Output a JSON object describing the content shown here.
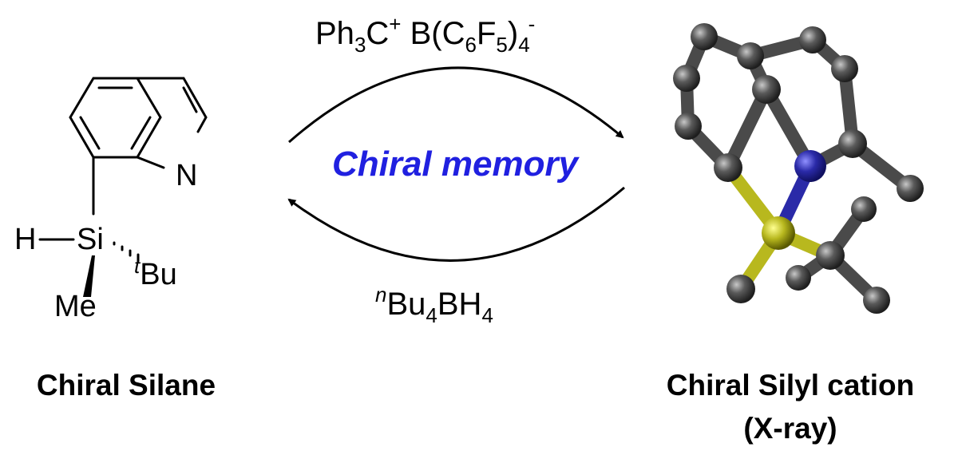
{
  "reagents": {
    "top": {
      "ph": "Ph",
      "ph_sub": "3",
      "c": "C",
      "c_sup": "+",
      "b": " B(C",
      "c6_sub": "6",
      "f": "F",
      "f5_sub": "5",
      "close": ")",
      "close_sub": "4",
      "close_sup": "-"
    },
    "bottom": {
      "n_sup": "n",
      "bu": "Bu",
      "bu_sub": "4",
      "bh": "BH",
      "bh_sub": "4"
    }
  },
  "center_label": {
    "text": "Chiral memory",
    "color": "#2020e0"
  },
  "silane": {
    "atoms": {
      "n": "N",
      "si": "Si",
      "h": "H",
      "t_sup": "t",
      "bu": "Bu",
      "me": "Me"
    }
  },
  "captions": {
    "left": "Chiral Silane",
    "right_line1": "Chiral Silyl cation",
    "right_line2": "(X-ray)"
  },
  "colors": {
    "carbon": "#4a4a4a",
    "silicon": "#b8b81e",
    "nitrogen": "#2a2aa8"
  }
}
